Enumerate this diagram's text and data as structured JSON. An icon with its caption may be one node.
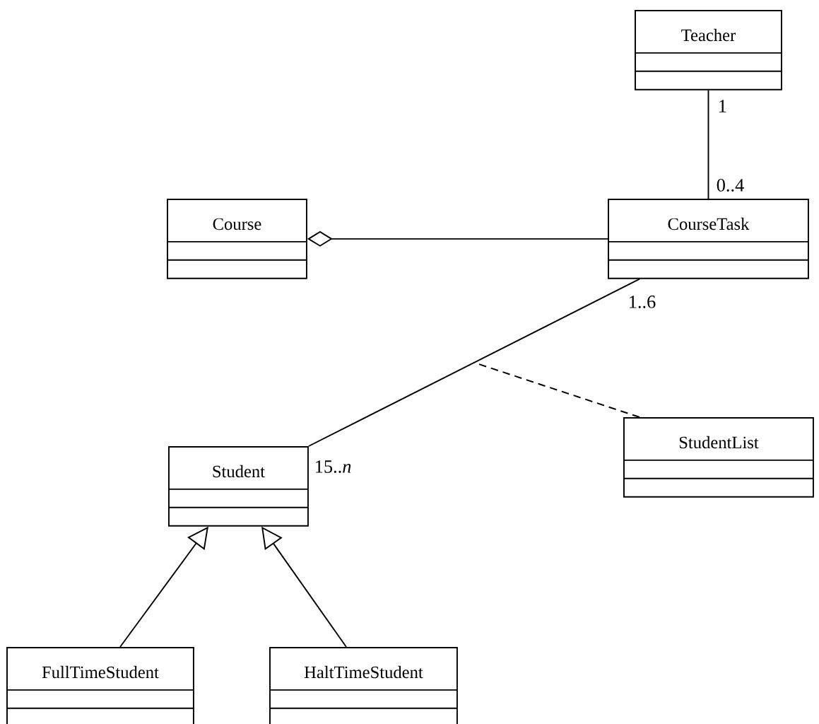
{
  "diagram": {
    "nodes": [
      {
        "text": [
          "Teacher"
        ]
      },
      {
        "text": [
          "Course"
        ]
      },
      {
        "text": [
          "CourseTask"
        ]
      },
      {
        "text": [
          "StudentList"
        ]
      },
      {
        "text": [
          "Student"
        ]
      },
      {
        "text": [
          "FullTimeStudent"
        ]
      },
      {
        "text": [
          "HaltTimeStudent"
        ]
      }
    ],
    "edges": [
      {
        "from": 0,
        "to": 2,
        "arrow": "none"
      },
      {
        "from": 2,
        "to": 1,
        "arrow": "other"
      },
      {
        "from": 2,
        "to": 4,
        "arrow": "none"
      },
      {
        "from": 3,
        "to": null,
        "arrow": "none",
        "style": "dashed"
      },
      {
        "from": 5,
        "to": 4,
        "arrow": "to"
      },
      {
        "from": 6,
        "to": 4,
        "arrow": "to"
      }
    ],
    "labels": [
      "1",
      "0..4",
      "1..6",
      "15..*n*"
    ]
  }
}
